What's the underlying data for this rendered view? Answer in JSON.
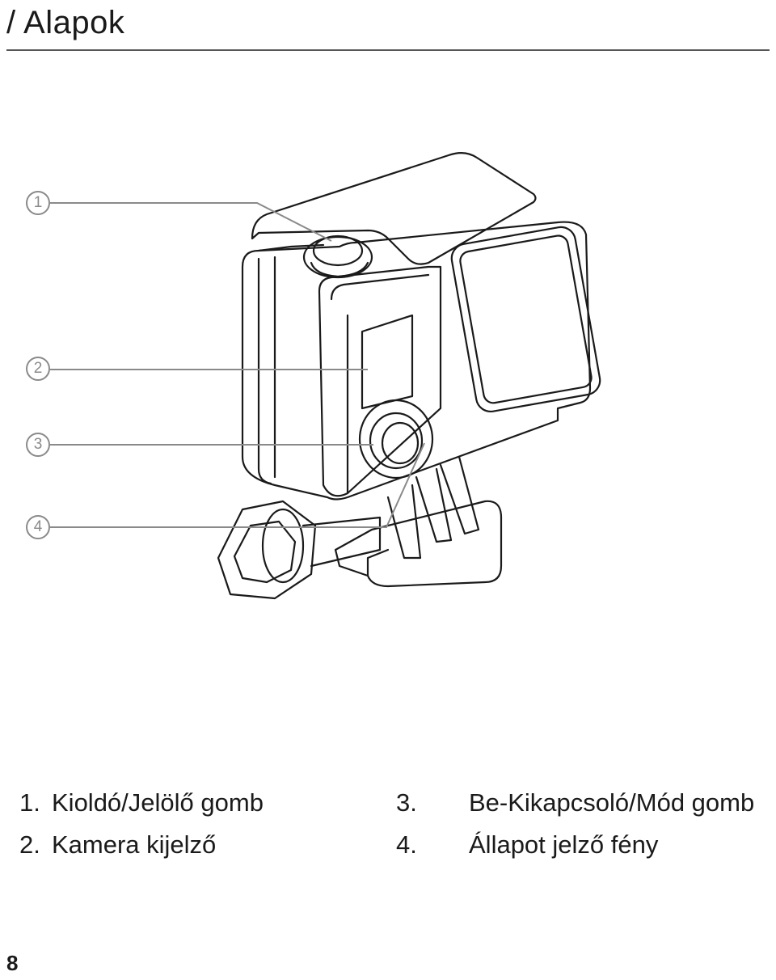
{
  "header": {
    "title": "/ Alapok"
  },
  "callouts": [
    "1",
    "2",
    "3",
    "4"
  ],
  "legend": [
    {
      "num": "1.",
      "text": "Kioldó/Jelölő gomb"
    },
    {
      "num": "2.",
      "text": "Kamera kijelző"
    },
    {
      "num": "3.",
      "text": "Be-Kikapcsoló/Mód gomb"
    },
    {
      "num": "4.",
      "text": "Állapot jelző fény"
    }
  ],
  "footer": {
    "page_number": "8"
  }
}
